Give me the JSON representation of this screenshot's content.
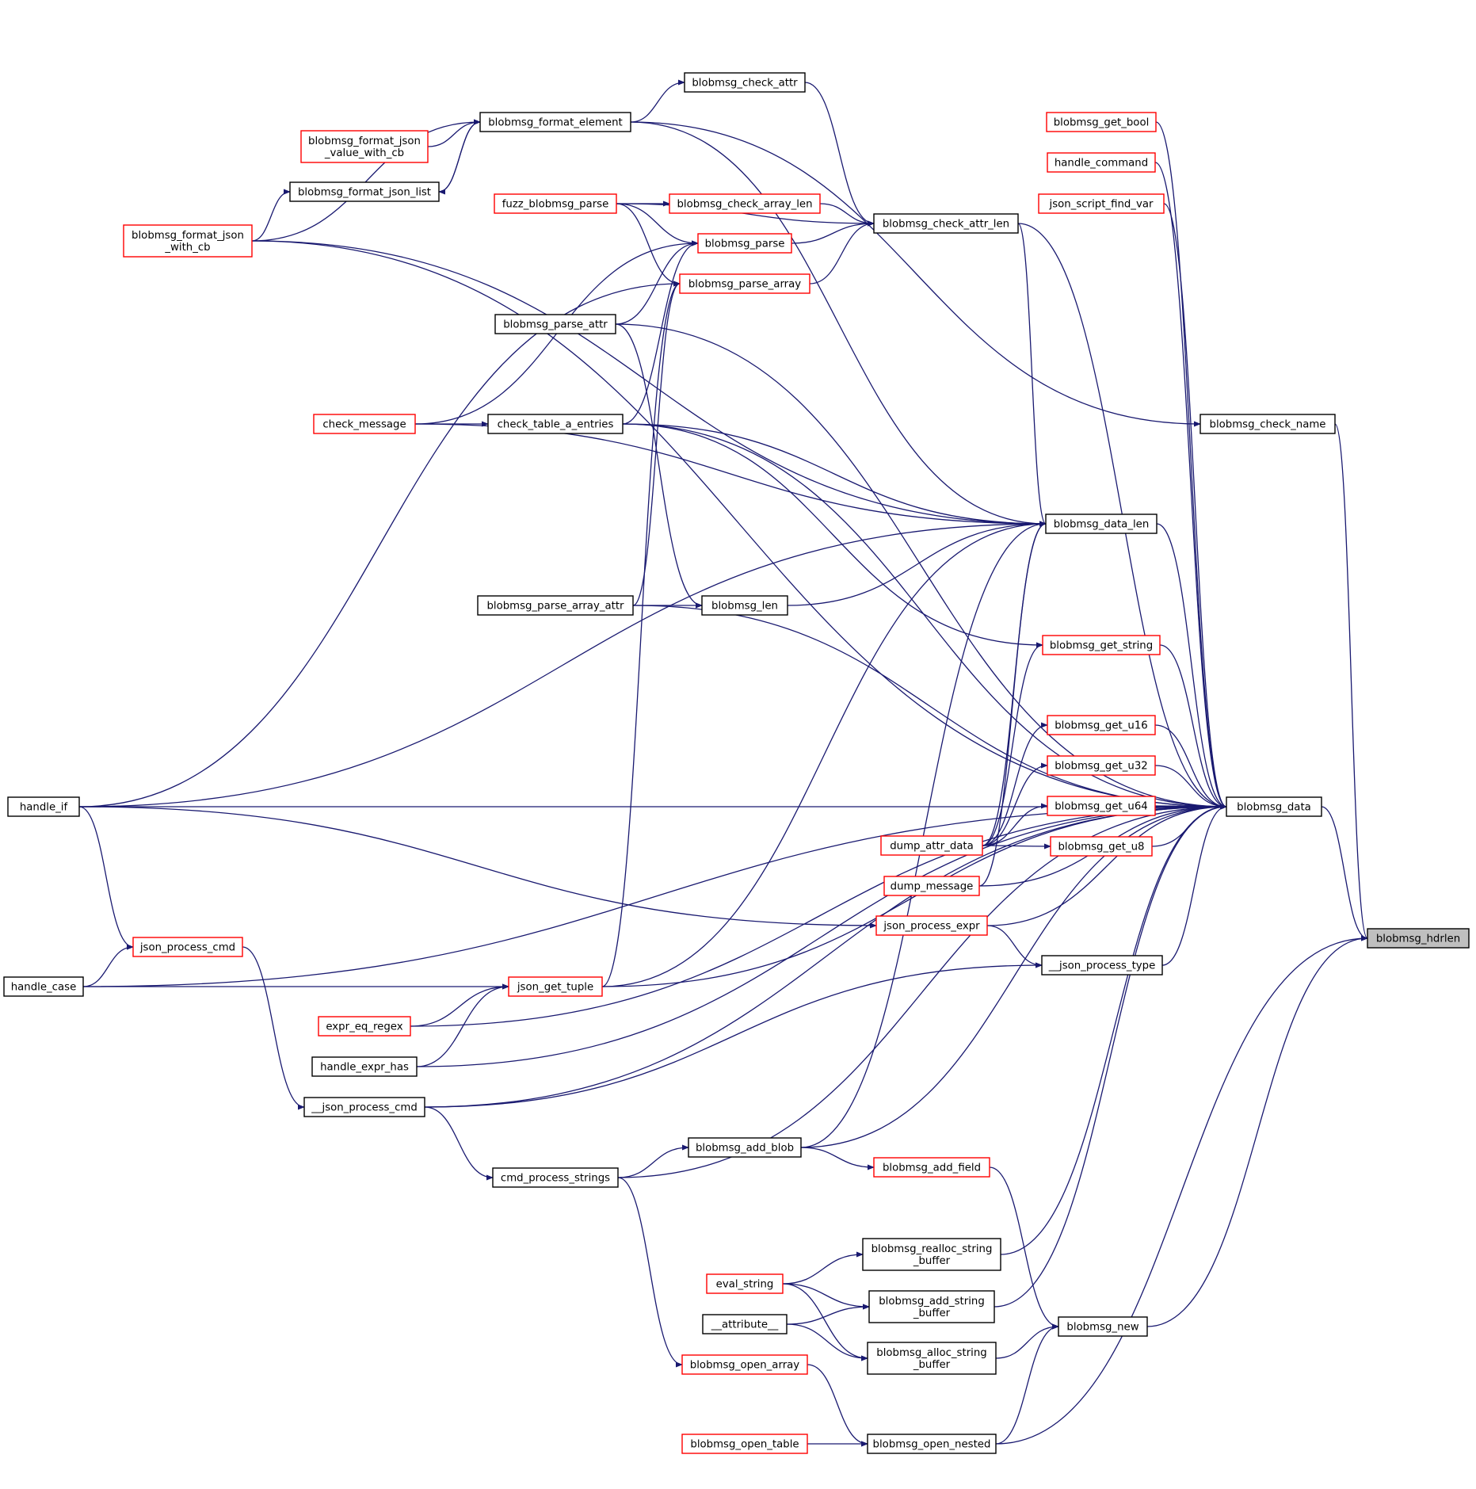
{
  "diagram": {
    "colors": {
      "edge": "#191970",
      "red_border": "#ff0000",
      "black_border": "#000000",
      "target_fill": "#bfbfbf"
    },
    "nodes": {
      "blobmsg_hdrlen": {
        "lines": [
          "blobmsg_hdrlen"
        ],
        "border": "target"
      },
      "blobmsg_data": {
        "lines": [
          "blobmsg_data"
        ],
        "border": "black"
      },
      "blobmsg_check_name": {
        "lines": [
          "blobmsg_check_name"
        ],
        "border": "black"
      },
      "blobmsg_new": {
        "lines": [
          "blobmsg_new"
        ],
        "border": "black"
      },
      "blobmsg_open_nested": {
        "lines": [
          "blobmsg_open_nested"
        ],
        "border": "black"
      },
      "blobmsg_data_len": {
        "lines": [
          "blobmsg_data_len"
        ],
        "border": "black"
      },
      "__json_process_type": {
        "lines": [
          "__json_process_type"
        ],
        "border": "black"
      },
      "blobmsg_check_attr_len": {
        "lines": [
          "blobmsg_check_attr_len"
        ],
        "border": "black"
      },
      "blobmsg_get_bool": {
        "lines": [
          "blobmsg_get_bool"
        ],
        "border": "red"
      },
      "handle_command": {
        "lines": [
          "handle_command"
        ],
        "border": "red"
      },
      "json_script_find_var": {
        "lines": [
          "json_script_find_var"
        ],
        "border": "red"
      },
      "blobmsg_get_string": {
        "lines": [
          "blobmsg_get_string"
        ],
        "border": "red"
      },
      "blobmsg_get_u16": {
        "lines": [
          "blobmsg_get_u16"
        ],
        "border": "red"
      },
      "blobmsg_get_u32": {
        "lines": [
          "blobmsg_get_u32"
        ],
        "border": "red"
      },
      "blobmsg_get_u64": {
        "lines": [
          "blobmsg_get_u64"
        ],
        "border": "red"
      },
      "blobmsg_get_u8": {
        "lines": [
          "blobmsg_get_u8"
        ],
        "border": "red"
      },
      "blobmsg_check_attr": {
        "lines": [
          "blobmsg_check_attr"
        ],
        "border": "black"
      },
      "blobmsg_format_element": {
        "lines": [
          "blobmsg_format_element"
        ],
        "border": "black"
      },
      "blobmsg_format_json_value_with_cb": {
        "lines": [
          "blobmsg_format_json",
          "_value_with_cb"
        ],
        "border": "red"
      },
      "blobmsg_format_json_list": {
        "lines": [
          "blobmsg_format_json_list"
        ],
        "border": "black"
      },
      "blobmsg_format_json_with_cb": {
        "lines": [
          "blobmsg_format_json",
          "_with_cb"
        ],
        "border": "red"
      },
      "fuzz_blobmsg_parse": {
        "lines": [
          "fuzz_blobmsg_parse"
        ],
        "border": "red"
      },
      "blobmsg_check_array_len": {
        "lines": [
          "blobmsg_check_array_len"
        ],
        "border": "red"
      },
      "blobmsg_parse": {
        "lines": [
          "blobmsg_parse"
        ],
        "border": "red"
      },
      "blobmsg_parse_array": {
        "lines": [
          "blobmsg_parse_array"
        ],
        "border": "red"
      },
      "blobmsg_parse_attr": {
        "lines": [
          "blobmsg_parse_attr"
        ],
        "border": "black"
      },
      "check_message": {
        "lines": [
          "check_message"
        ],
        "border": "red"
      },
      "check_table_a_entries": {
        "lines": [
          "check_table_a_entries"
        ],
        "border": "black"
      },
      "blobmsg_parse_array_attr": {
        "lines": [
          "blobmsg_parse_array_attr"
        ],
        "border": "black"
      },
      "blobmsg_len": {
        "lines": [
          "blobmsg_len"
        ],
        "border": "black"
      },
      "handle_if": {
        "lines": [
          "handle_if"
        ],
        "border": "black"
      },
      "dump_attr_data": {
        "lines": [
          "dump_attr_data"
        ],
        "border": "red"
      },
      "dump_message": {
        "lines": [
          "dump_message"
        ],
        "border": "red"
      },
      "json_process_expr": {
        "lines": [
          "json_process_expr"
        ],
        "border": "red"
      },
      "json_process_cmd": {
        "lines": [
          "json_process_cmd"
        ],
        "border": "red"
      },
      "handle_case": {
        "lines": [
          "handle_case"
        ],
        "border": "black"
      },
      "json_get_tuple": {
        "lines": [
          "json_get_tuple"
        ],
        "border": "red"
      },
      "expr_eq_regex": {
        "lines": [
          "expr_eq_regex"
        ],
        "border": "red"
      },
      "handle_expr_has": {
        "lines": [
          "handle_expr_has"
        ],
        "border": "black"
      },
      "__json_process_cmd": {
        "lines": [
          "__json_process_cmd"
        ],
        "border": "black"
      },
      "blobmsg_add_blob": {
        "lines": [
          "blobmsg_add_blob"
        ],
        "border": "black"
      },
      "blobmsg_add_field": {
        "lines": [
          "blobmsg_add_field"
        ],
        "border": "red"
      },
      "cmd_process_strings": {
        "lines": [
          "cmd_process_strings"
        ],
        "border": "black"
      },
      "blobmsg_realloc_string_buffer": {
        "lines": [
          "blobmsg_realloc_string",
          "_buffer"
        ],
        "border": "black"
      },
      "eval_string": {
        "lines": [
          "eval_string"
        ],
        "border": "red"
      },
      "blobmsg_add_string_buffer": {
        "lines": [
          "blobmsg_add_string",
          "_buffer"
        ],
        "border": "black"
      },
      "__attribute__": {
        "lines": [
          "__attribute__"
        ],
        "border": "black"
      },
      "blobmsg_alloc_string_buffer": {
        "lines": [
          "blobmsg_alloc_string",
          "_buffer"
        ],
        "border": "black"
      },
      "blobmsg_open_array": {
        "lines": [
          "blobmsg_open_array"
        ],
        "border": "red"
      },
      "blobmsg_open_table": {
        "lines": [
          "blobmsg_open_table"
        ],
        "border": "red"
      }
    },
    "edges": [
      [
        "blobmsg_data",
        "blobmsg_hdrlen"
      ],
      [
        "blobmsg_check_name",
        "blobmsg_hdrlen"
      ],
      [
        "blobmsg_new",
        "blobmsg_hdrlen"
      ],
      [
        "blobmsg_open_nested",
        "blobmsg_hdrlen"
      ],
      [
        "blobmsg_format_element",
        "blobmsg_check_name"
      ],
      [
        "blobmsg_data_len",
        "blobmsg_data"
      ],
      [
        "__json_process_type",
        "blobmsg_data"
      ],
      [
        "blobmsg_check_attr_len",
        "blobmsg_data"
      ],
      [
        "blobmsg_get_bool",
        "blobmsg_data"
      ],
      [
        "handle_command",
        "blobmsg_data"
      ],
      [
        "json_script_find_var",
        "blobmsg_data"
      ],
      [
        "blobmsg_get_string",
        "blobmsg_data"
      ],
      [
        "blobmsg_get_u16",
        "blobmsg_data"
      ],
      [
        "blobmsg_get_u32",
        "blobmsg_data"
      ],
      [
        "blobmsg_get_u64",
        "blobmsg_data"
      ],
      [
        "blobmsg_get_u8",
        "blobmsg_data"
      ],
      [
        "dump_message",
        "blobmsg_data"
      ],
      [
        "json_process_expr",
        "blobmsg_data"
      ],
      [
        "json_get_tuple",
        "blobmsg_data"
      ],
      [
        "expr_eq_regex",
        "blobmsg_data"
      ],
      [
        "__json_process_cmd",
        "blobmsg_data"
      ],
      [
        "blobmsg_add_blob",
        "blobmsg_data"
      ],
      [
        "cmd_process_strings",
        "blobmsg_data"
      ],
      [
        "blobmsg_realloc_string_buffer",
        "blobmsg_data"
      ],
      [
        "blobmsg_add_string_buffer",
        "blobmsg_data"
      ],
      [
        "blobmsg_format_json_with_cb",
        "blobmsg_data"
      ],
      [
        "blobmsg_parse_attr",
        "blobmsg_data"
      ],
      [
        "check_table_a_entries",
        "blobmsg_data"
      ],
      [
        "blobmsg_parse_array_attr",
        "blobmsg_data"
      ],
      [
        "handle_if",
        "blobmsg_data"
      ],
      [
        "handle_expr_has",
        "blobmsg_data"
      ],
      [
        "handle_case",
        "blobmsg_data"
      ],
      [
        "blobmsg_check_attr_len",
        "blobmsg_data_len"
      ],
      [
        "blobmsg_format_element",
        "blobmsg_data_len"
      ],
      [
        "blobmsg_len",
        "blobmsg_data_len"
      ],
      [
        "check_message",
        "blobmsg_data_len"
      ],
      [
        "check_table_a_entries",
        "blobmsg_data_len"
      ],
      [
        "blobmsg_format_json_with_cb",
        "blobmsg_data_len"
      ],
      [
        "handle_if",
        "blobmsg_data_len"
      ],
      [
        "dump_attr_data",
        "blobmsg_data_len"
      ],
      [
        "dump_message",
        "blobmsg_data_len"
      ],
      [
        "json_get_tuple",
        "blobmsg_data_len"
      ],
      [
        "blobmsg_add_blob",
        "blobmsg_data_len"
      ],
      [
        "blobmsg_parse_array_attr",
        "blobmsg_len"
      ],
      [
        "json_process_expr",
        "__json_process_type"
      ],
      [
        "__json_process_cmd",
        "__json_process_type"
      ],
      [
        "blobmsg_check_attr",
        "blobmsg_check_attr_len"
      ],
      [
        "blobmsg_check_array_len",
        "blobmsg_check_attr_len"
      ],
      [
        "blobmsg_parse",
        "blobmsg_check_attr_len"
      ],
      [
        "blobmsg_parse_array",
        "blobmsg_check_attr_len"
      ],
      [
        "fuzz_blobmsg_parse",
        "blobmsg_check_attr_len"
      ],
      [
        "fuzz_blobmsg_parse",
        "blobmsg_check_array_len"
      ],
      [
        "blobmsg_format_element",
        "blobmsg_check_attr"
      ],
      [
        "blobmsg_format_json_value_with_cb",
        "blobmsg_format_element"
      ],
      [
        "blobmsg_format_json_list",
        "blobmsg_format_element"
      ],
      [
        "blobmsg_format_element",
        "blobmsg_format_json_list"
      ],
      [
        "blobmsg_format_json_with_cb",
        "blobmsg_format_element"
      ],
      [
        "blobmsg_format_json_with_cb",
        "blobmsg_format_json_list"
      ],
      [
        "fuzz_blobmsg_parse",
        "blobmsg_parse"
      ],
      [
        "fuzz_blobmsg_parse",
        "blobmsg_parse_array"
      ],
      [
        "blobmsg_parse_attr",
        "blobmsg_parse"
      ],
      [
        "check_message",
        "blobmsg_parse"
      ],
      [
        "check_table_a_entries",
        "blobmsg_parse"
      ],
      [
        "handle_if",
        "blobmsg_parse_array"
      ],
      [
        "blobmsg_parse_array_attr",
        "blobmsg_parse_array"
      ],
      [
        "json_get_tuple",
        "blobmsg_parse_array"
      ],
      [
        "blobmsg_parse_attr",
        "blobmsg_len"
      ],
      [
        "check_message",
        "check_table_a_entries"
      ],
      [
        "check_table_a_entries",
        "blobmsg_get_string"
      ],
      [
        "dump_attr_data",
        "blobmsg_get_string"
      ],
      [
        "dump_attr_data",
        "blobmsg_get_u16"
      ],
      [
        "dump_attr_data",
        "blobmsg_get_u32"
      ],
      [
        "dump_attr_data",
        "blobmsg_get_u64"
      ],
      [
        "dump_attr_data",
        "blobmsg_get_u8"
      ],
      [
        "handle_if",
        "json_process_cmd"
      ],
      [
        "handle_case",
        "json_process_cmd"
      ],
      [
        "handle_if",
        "json_process_expr"
      ],
      [
        "handle_case",
        "json_get_tuple"
      ],
      [
        "expr_eq_regex",
        "json_get_tuple"
      ],
      [
        "handle_expr_has",
        "json_get_tuple"
      ],
      [
        "json_process_cmd",
        "__json_process_cmd"
      ],
      [
        "__json_process_cmd",
        "cmd_process_strings"
      ],
      [
        "cmd_process_strings",
        "blobmsg_add_blob"
      ],
      [
        "blobmsg_add_blob",
        "blobmsg_add_field"
      ],
      [
        "blobmsg_add_field",
        "blobmsg_new"
      ],
      [
        "eval_string",
        "blobmsg_realloc_string_buffer"
      ],
      [
        "eval_string",
        "blobmsg_add_string_buffer"
      ],
      [
        "__attribute__",
        "blobmsg_add_string_buffer"
      ],
      [
        "eval_string",
        "blobmsg_alloc_string_buffer"
      ],
      [
        "__attribute__",
        "blobmsg_alloc_string_buffer"
      ],
      [
        "blobmsg_alloc_string_buffer",
        "blobmsg_new"
      ],
      [
        "blobmsg_open_nested",
        "blobmsg_new"
      ],
      [
        "cmd_process_strings",
        "blobmsg_open_array"
      ],
      [
        "blobmsg_open_array",
        "blobmsg_open_nested"
      ],
      [
        "blobmsg_open_table",
        "blobmsg_open_nested"
      ]
    ]
  }
}
